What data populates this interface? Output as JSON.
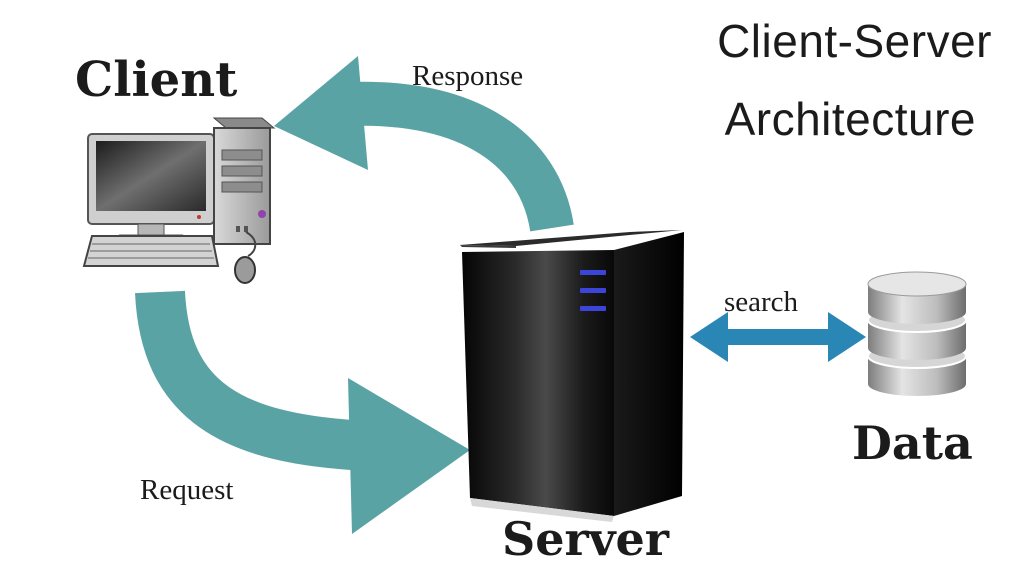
{
  "title": {
    "line1": "Client-Server",
    "line2": "Architecture"
  },
  "nodes": {
    "client": "Client",
    "server": "Server",
    "data": "Data"
  },
  "edges": {
    "response": "Response",
    "request": "Request",
    "search": "search"
  },
  "colors": {
    "flow_arrow": "#5aa3a4",
    "search_arrow": "#2a86b5",
    "server_body": "#0d0d0d",
    "server_led": "#3b45d8",
    "database": "#b9b9b9",
    "text": "#1b1b1b"
  }
}
